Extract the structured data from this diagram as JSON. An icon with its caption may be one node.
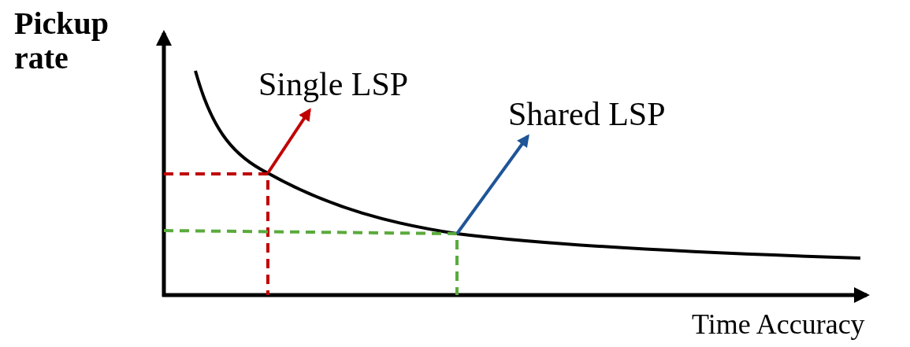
{
  "diagram": {
    "nodes": [
      {
        "text": [
          "Single LSP"
        ]
      },
      {
        "text": [
          "Shared LSP"
        ]
      }
    ],
    "edges": [
      {
        "from": null,
        "to": 0,
        "arrow": "to",
        "color": "#c00000"
      },
      {
        "from": null,
        "to": 1,
        "arrow": "to",
        "color": "#1f5597"
      }
    ],
    "labels": [
      "Pickup rate",
      "Time Accuracy"
    ]
  }
}
